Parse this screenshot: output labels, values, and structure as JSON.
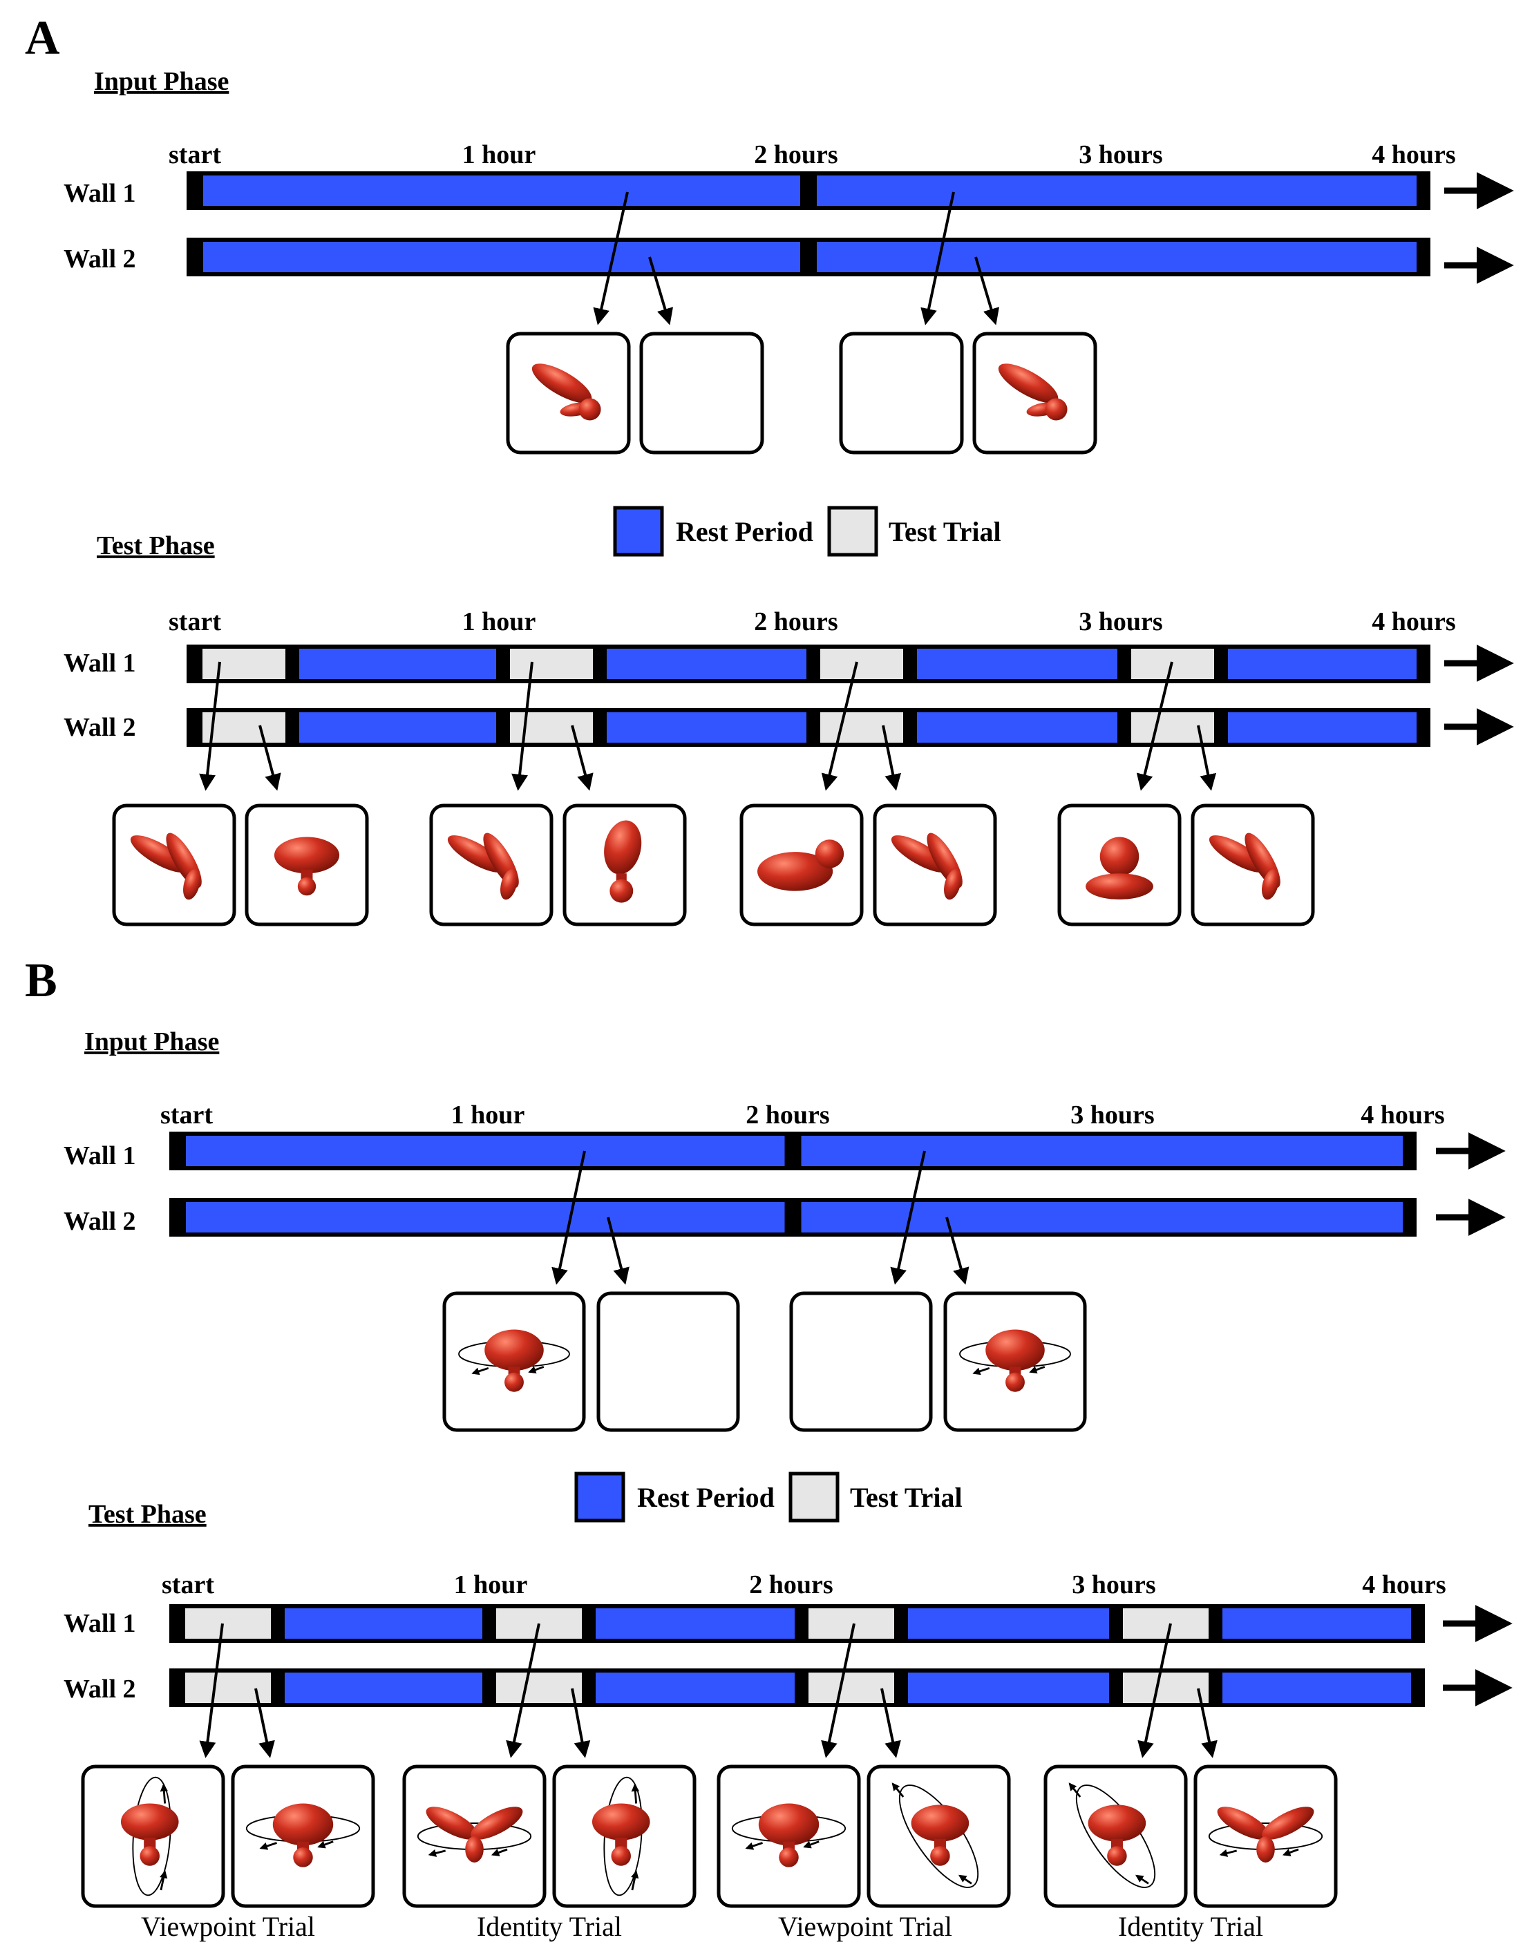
{
  "panels": {
    "A": {
      "letter": "A",
      "input_phase": {
        "title": "Input Phase",
        "ticks": [
          "start",
          "1 hour",
          "2 hours",
          "3 hours",
          "4 hours"
        ],
        "walls": [
          "Wall 1",
          "Wall 2"
        ]
      },
      "legend": {
        "rest_label": "Rest Period",
        "test_label": "Test Trial"
      },
      "test_phase": {
        "title": "Test Phase",
        "ticks": [
          "start",
          "1 hour",
          "2 hours",
          "3 hours",
          "4 hours"
        ],
        "walls": [
          "Wall 1",
          "Wall 2"
        ]
      }
    },
    "B": {
      "letter": "B",
      "input_phase": {
        "title": "Input Phase",
        "ticks": [
          "start",
          "1 hour",
          "2 hours",
          "3 hours",
          "4 hours"
        ],
        "walls": [
          "Wall 1",
          "Wall 2"
        ]
      },
      "legend": {
        "rest_label": "Rest Period",
        "test_label": "Test Trial"
      },
      "test_phase": {
        "title": "Test Phase",
        "ticks": [
          "start",
          "1 hour",
          "2 hours",
          "3 hours",
          "4 hours"
        ],
        "walls": [
          "Wall 1",
          "Wall 2"
        ],
        "trial_labels": [
          "Viewpoint Trial",
          "Identity Trial",
          "Viewpoint Trial",
          "Identity Trial"
        ]
      }
    }
  },
  "colors": {
    "rest": "#3355ff",
    "test": "#e6e6e6",
    "object": "#c8281c",
    "border": "#000000"
  }
}
